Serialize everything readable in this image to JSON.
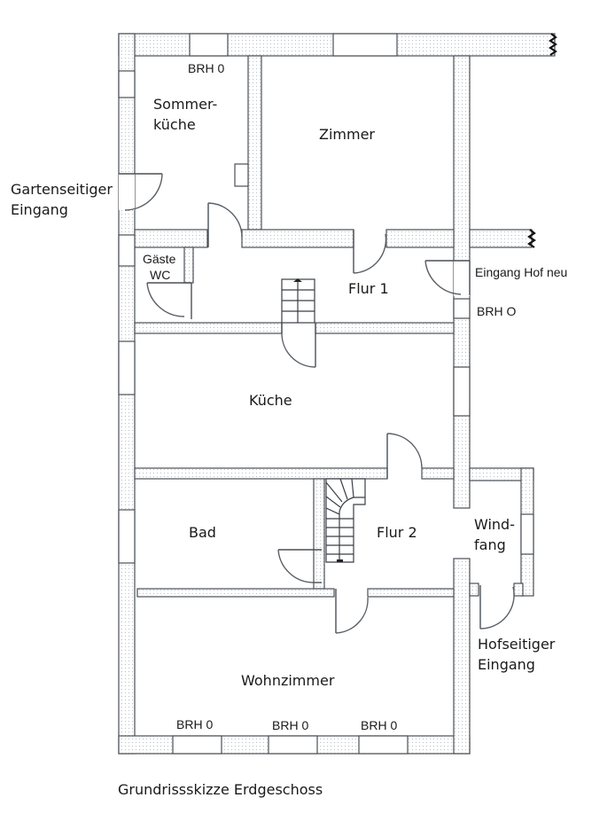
{
  "plan": {
    "caption": "Grundrissskizze Erdgeschoss",
    "rooms": {
      "sommerkueche_line1": "Sommer-",
      "sommerkueche_line2": "küche",
      "zimmer": "Zimmer",
      "gaeste_line1": "Gäste",
      "gaeste_line2": "WC",
      "flur1": "Flur 1",
      "kueche": "Küche",
      "bad": "Bad",
      "flur2": "Flur 2",
      "windfang_line1": "Wind-",
      "windfang_line2": "fang",
      "wohnzimmer": "Wohnzimmer"
    },
    "annotations": {
      "brh_top": "BRH 0",
      "brh_right": "BRH O",
      "brh_bottom_1": "BRH 0",
      "brh_bottom_2": "BRH 0",
      "brh_bottom_3": "BRH 0",
      "eingang_hof_neu": "Eingang Hof neu",
      "gartenseitig_line1": "Gartenseitiger",
      "gartenseitig_line2": "Eingang",
      "hofseitig_line1": "Hofseitiger",
      "hofseitig_line2": "Eingang"
    },
    "colors": {
      "wall_stroke": "#4a4f57",
      "hatch_dot": "#b9bdc2",
      "text": "#1a1a1a"
    }
  }
}
